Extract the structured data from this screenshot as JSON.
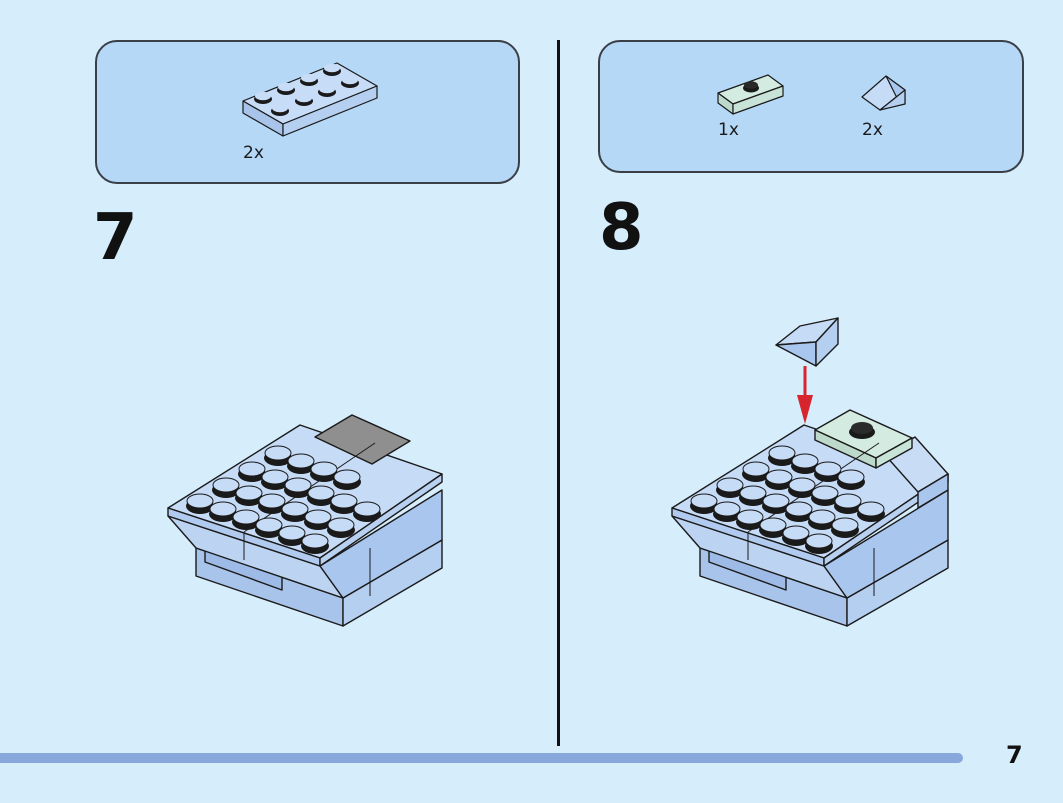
{
  "page": {
    "number": "7"
  },
  "steps": [
    {
      "number": "7",
      "parts": [
        {
          "qty": "2x",
          "icon": "plate-2x4-icon"
        }
      ]
    },
    {
      "number": "8",
      "parts": [
        {
          "qty": "1x",
          "icon": "jumper-plate-icon"
        },
        {
          "qty": "2x",
          "icon": "slope-brick-icon"
        }
      ]
    }
  ],
  "colors": {
    "background": "#d6edfc",
    "parts_box": "#b6d8f7",
    "brick_blue": "#b7d0f2",
    "brick_dark_gray": "#8f8f8f",
    "jumper_green": "#d4ebe2",
    "arrow_red": "#d8242c",
    "progress_bar": "#88a8dc"
  }
}
